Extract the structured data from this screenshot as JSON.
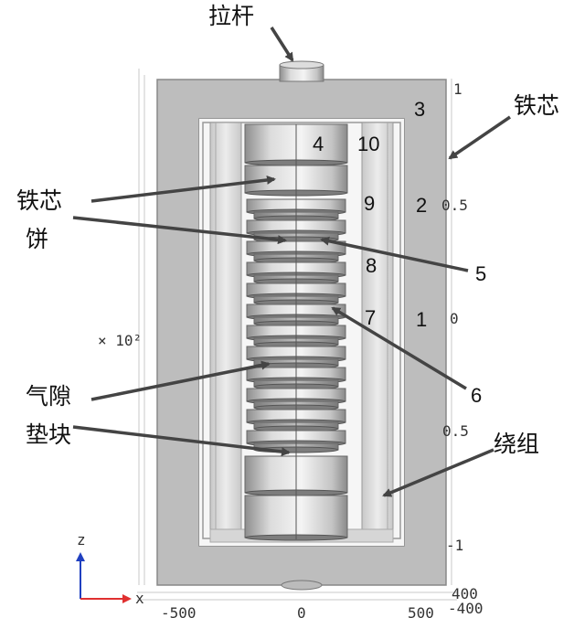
{
  "labels": {
    "pull_rod": "拉杆",
    "iron_core": "铁芯",
    "core_cake_line1": "铁芯",
    "core_cake_line2": "饼",
    "gap_block_line1": "气隙",
    "gap_block_line2": "垫块",
    "winding": "绕组"
  },
  "region_numbers": [
    "1",
    "2",
    "3",
    "4",
    "5",
    "6",
    "7",
    "8",
    "9",
    "10"
  ],
  "axis": {
    "scale": "× 10²",
    "right_ticks": [
      "1",
      "0.5",
      "0",
      "0.5",
      "-1"
    ],
    "bottom_ticks": [
      "-500",
      "0",
      "500"
    ],
    "depth_ticks": [
      "400",
      "-400"
    ],
    "x_label": "x",
    "z_label": "z"
  },
  "colors": {
    "yoke": "#b9b9b9",
    "cylinder_light": "#e8e8e8",
    "cylinder_dark": "#9a9a9a",
    "arrow": "#444444",
    "axis_x": "#e03030",
    "axis_z": "#2040c0"
  }
}
